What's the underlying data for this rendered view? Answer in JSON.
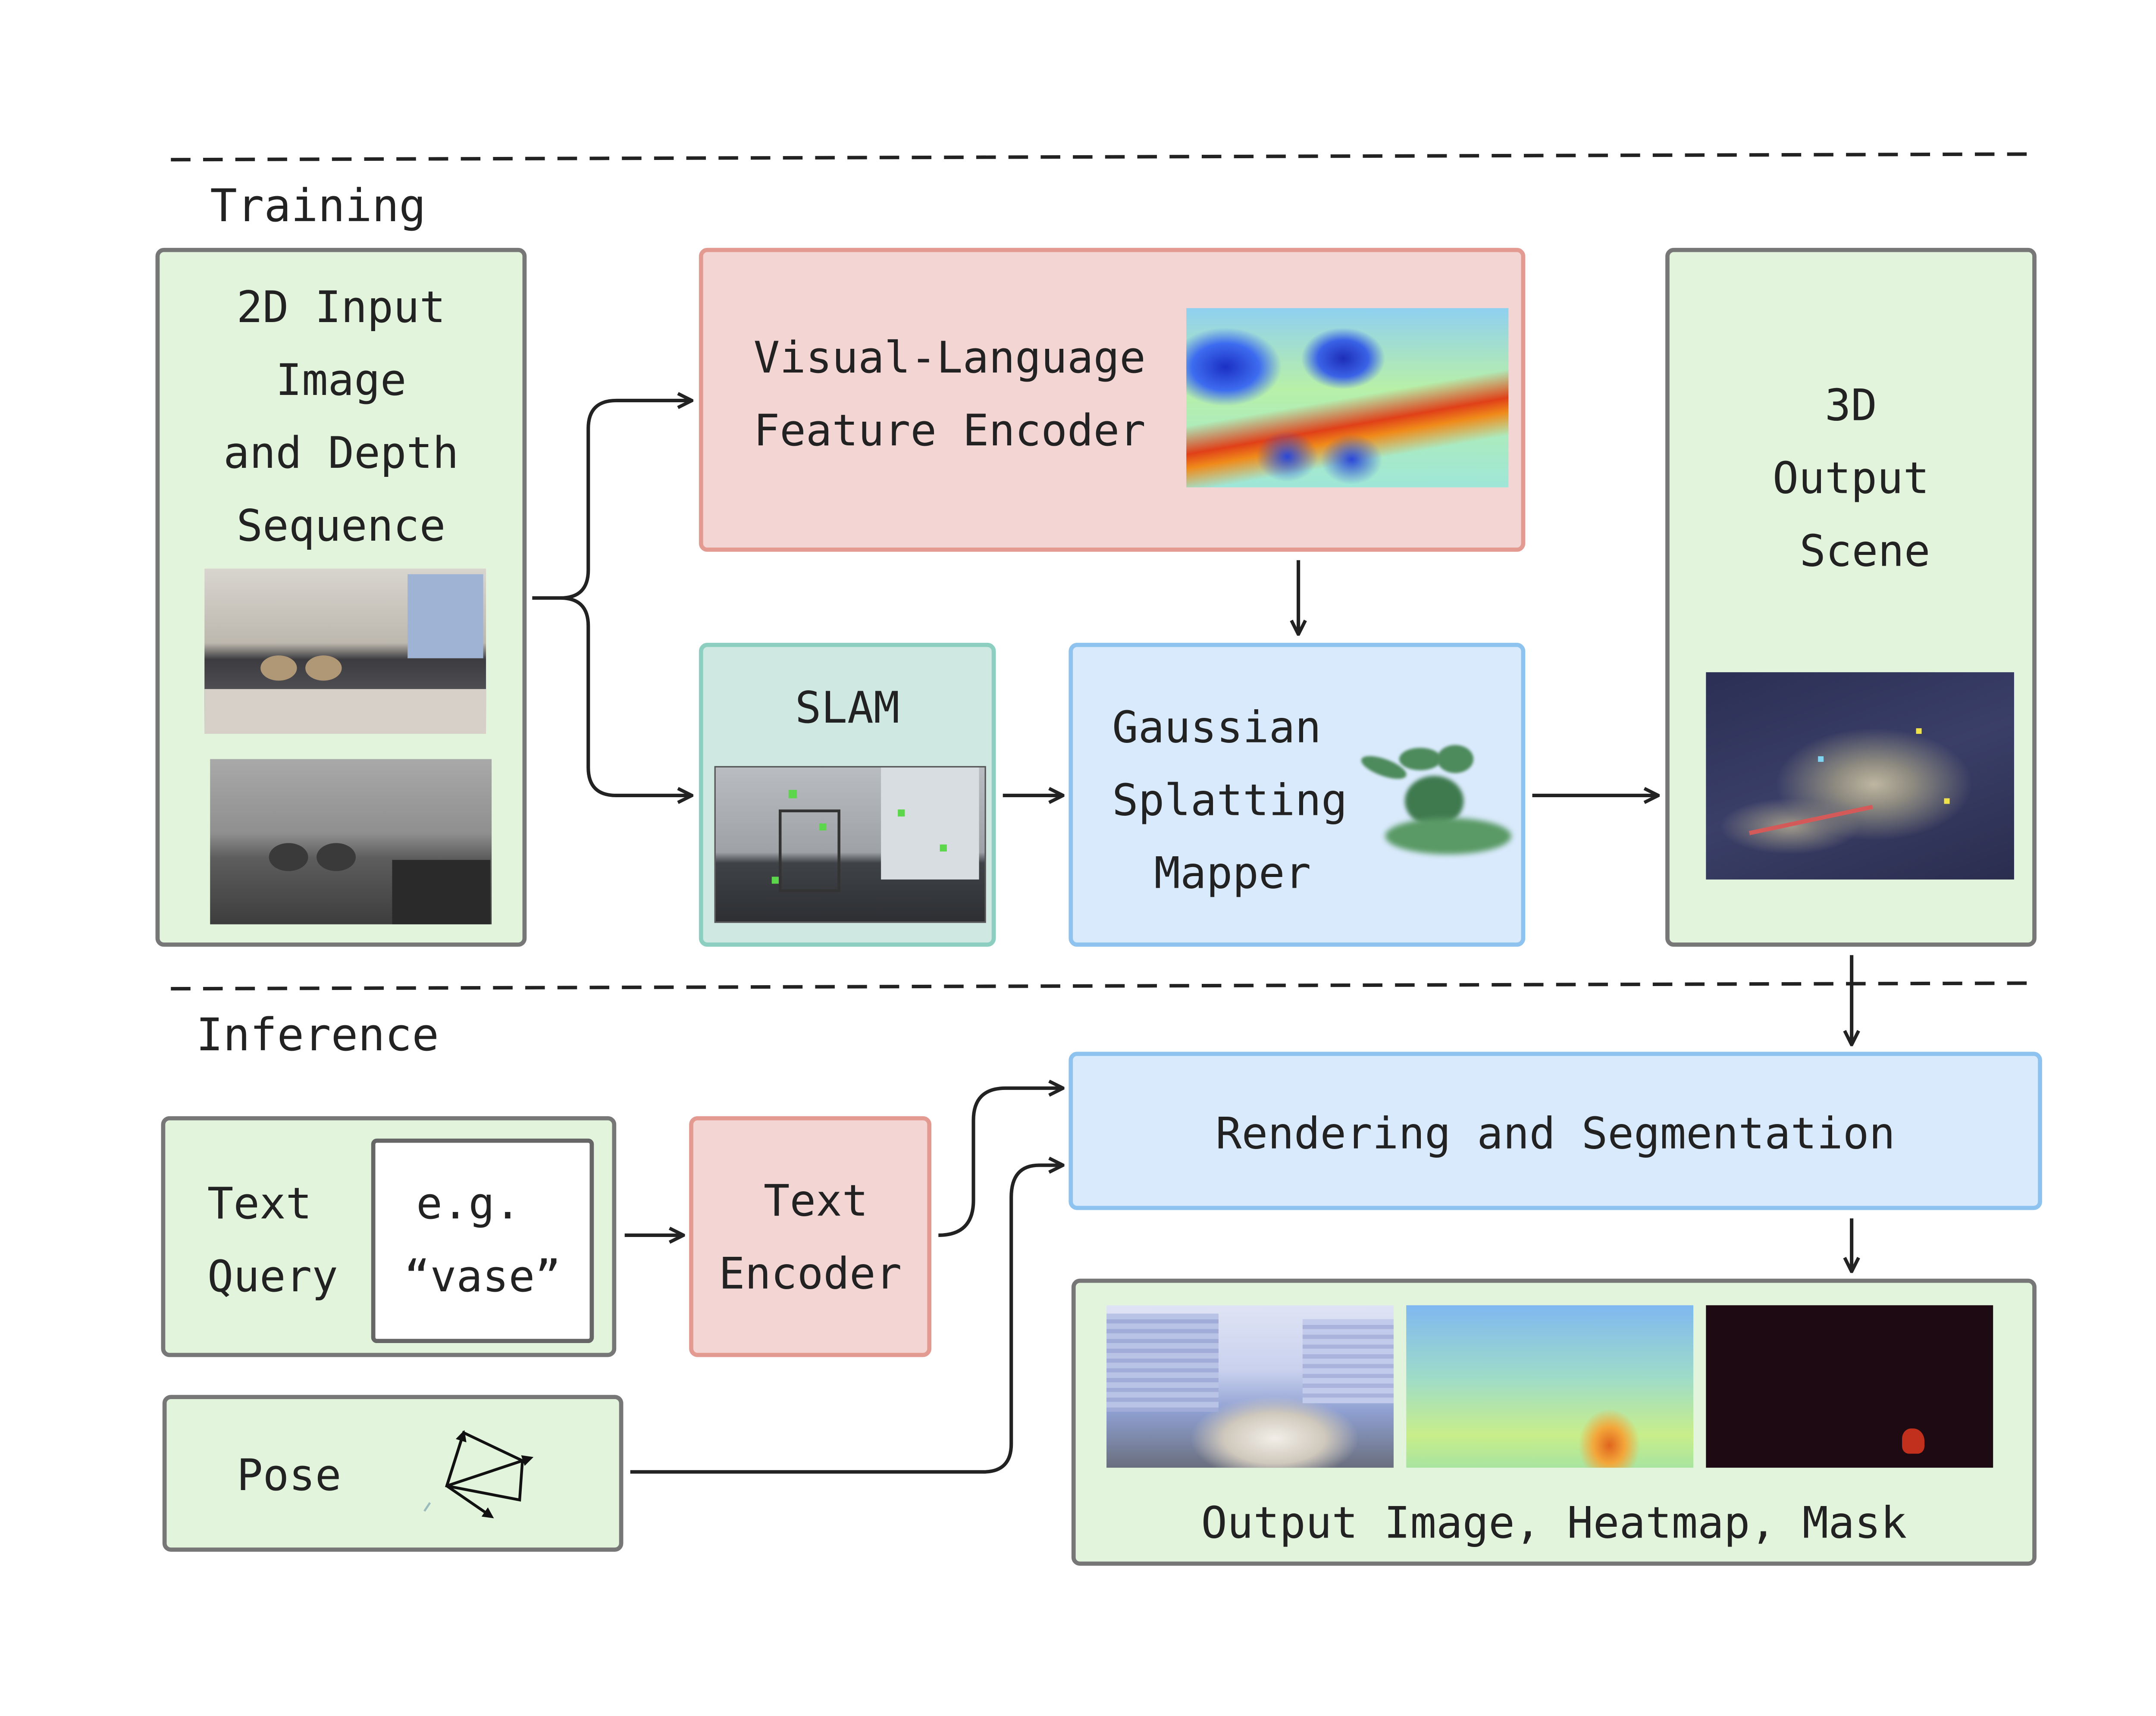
{
  "sections": {
    "training": "Training",
    "inference": "Inference"
  },
  "training": {
    "input_box": {
      "line1": "2D Input",
      "line2": "Image",
      "line3": "and Depth",
      "line4": "Sequence"
    },
    "vl_encoder": {
      "line1": "Visual-Language",
      "line2": "Feature Encoder"
    },
    "slam": {
      "label": "SLAM"
    },
    "mapper": {
      "line1": "Gaussian",
      "line2": "Splatting",
      "line3": "Mapper"
    },
    "output_scene": {
      "line1": "3D",
      "line2": "Output",
      "line3": "Scene"
    }
  },
  "inference": {
    "text_query": {
      "line1": "Text",
      "line2": "Query",
      "example_line1": "e.g.",
      "example_line2": "“vase”"
    },
    "text_encoder": {
      "line1": "Text",
      "line2": "Encoder"
    },
    "pose": {
      "label": "Pose"
    },
    "render": {
      "label": "Rendering and Segmentation"
    },
    "output": {
      "caption": "Output Image, Heatmap, Mask"
    }
  },
  "colors": {
    "green_fill": "#e2f5dc",
    "red_fill": "#f3d6d3",
    "teal_fill": "#cfe9e2",
    "blue_fill": "#d9eafc"
  }
}
